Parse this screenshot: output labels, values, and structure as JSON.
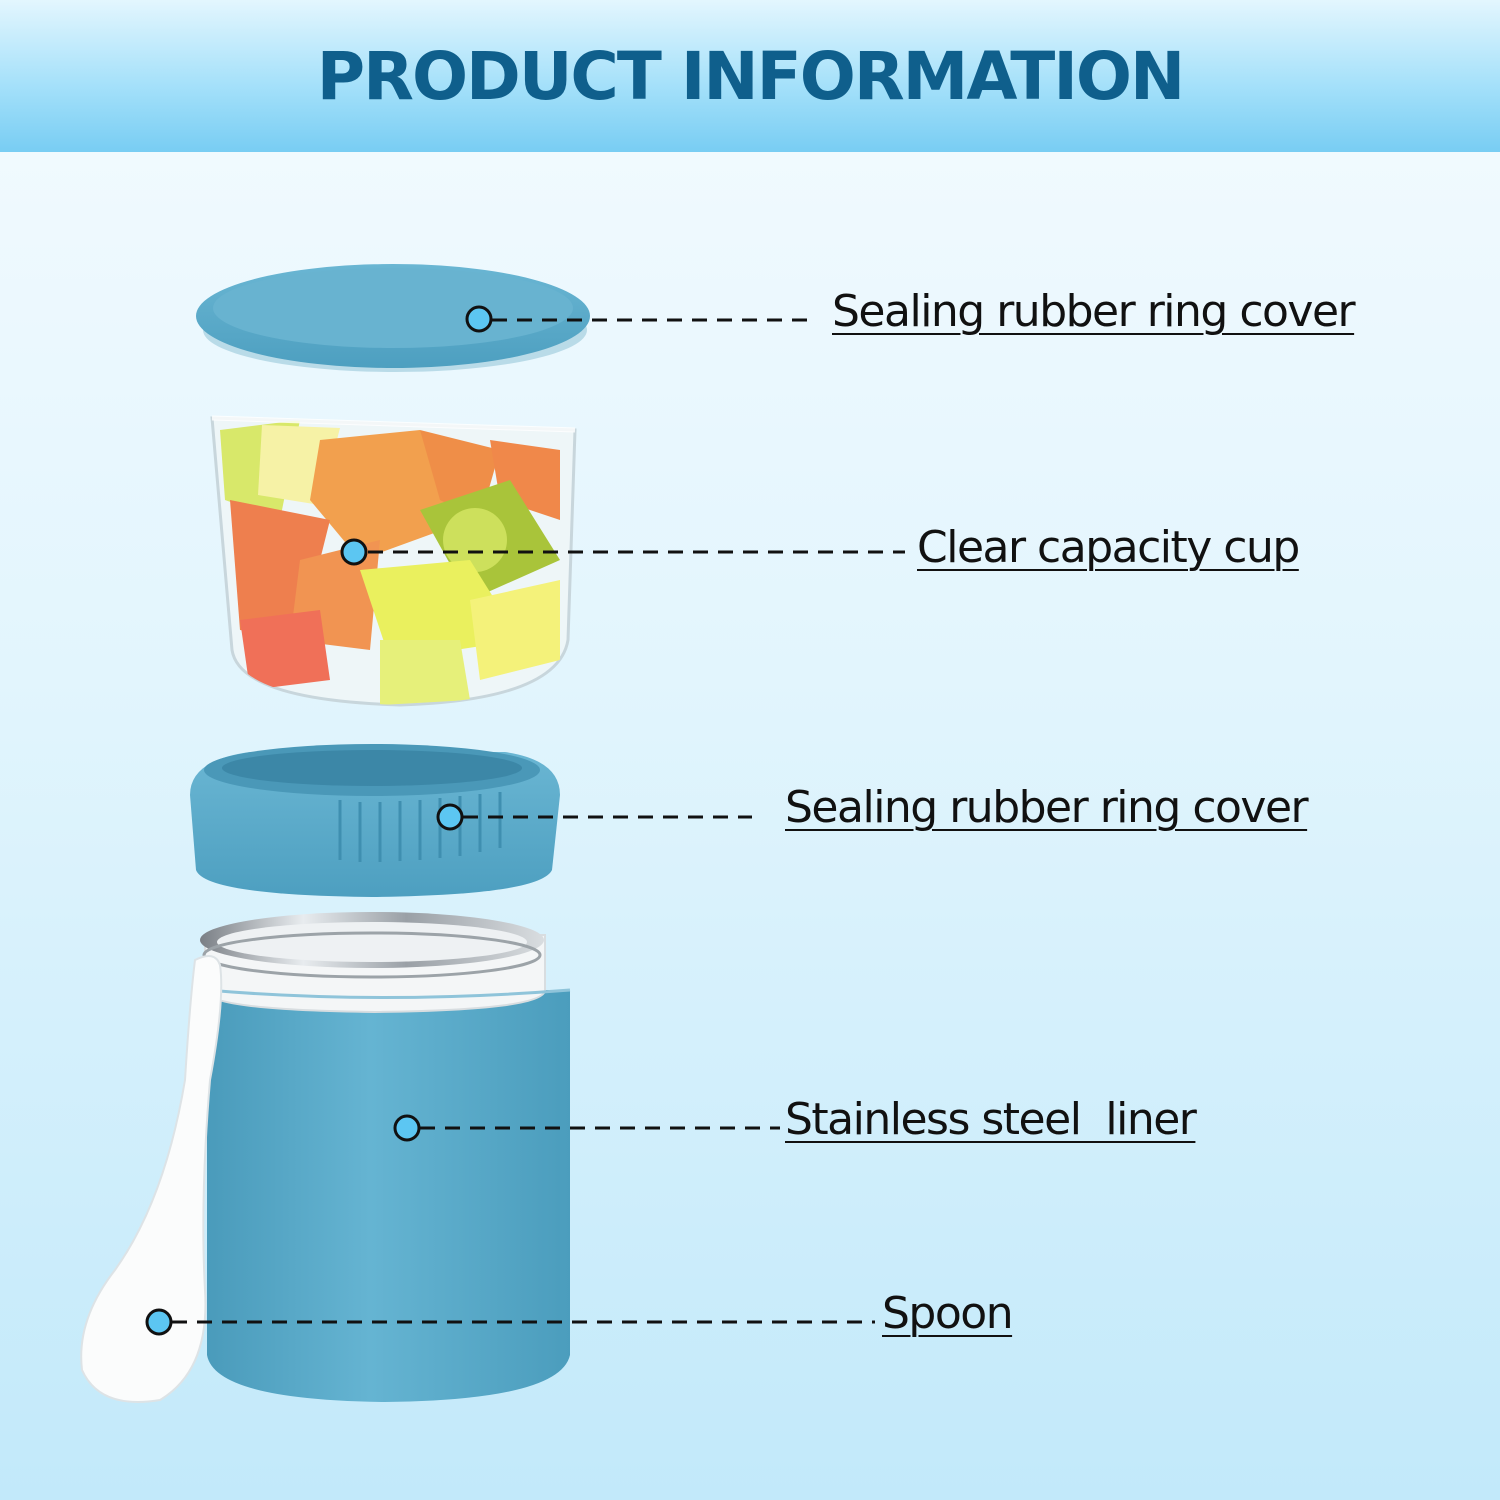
{
  "header": {
    "title": "PRODUCT INFORMATION"
  },
  "callouts": [
    {
      "label": "Sealing rubber ring cover"
    },
    {
      "label": "Clear capacity cup"
    },
    {
      "label": "Sealing rubber ring cover"
    },
    {
      "label": "Stainless steel  liner"
    },
    {
      "label": "Spoon"
    }
  ],
  "colors": {
    "title": "#0f5f8c",
    "lid_blue": "#5aaac8",
    "marker_fill": "#5cc6f2",
    "label_text": "#111111"
  }
}
